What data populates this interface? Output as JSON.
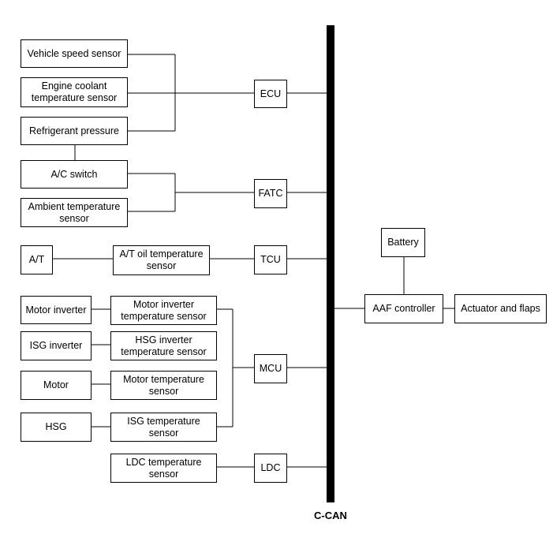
{
  "boxes": {
    "vehicle_speed_sensor": "Vehicle speed sensor",
    "engine_coolant_sensor": "Engine coolant\ntemperature sensor",
    "refrigerant_pressure": "Refrigerant pressure",
    "ac_switch": "A/C switch",
    "ambient_temp_sensor": "Ambient temperature\nsensor",
    "at": "A/T",
    "at_oil_temp_sensor": "A/T oil temperature\nsensor",
    "motor_inverter": "Motor inverter",
    "motor_inverter_temp_sensor": "Motor inverter\ntemperature sensor",
    "isg_inverter": "ISG inverter",
    "hsg_inverter_temp_sensor": "HSG inverter\ntemperature sensor",
    "motor": "Motor",
    "motor_temp_sensor": "Motor temperature\nsensor",
    "hsg": "HSG",
    "isg_temp_sensor": "ISG temperature\nsensor",
    "ldc_temp_sensor": "LDC temperature\nsensor",
    "ecu": "ECU",
    "fatc": "FATC",
    "tcu": "TCU",
    "mcu": "MCU",
    "ldc": "LDC",
    "battery": "Battery",
    "aaf_controller": "AAF controller",
    "actuator_flaps": "Actuator and flaps"
  },
  "bus": {
    "label": "C-CAN"
  }
}
